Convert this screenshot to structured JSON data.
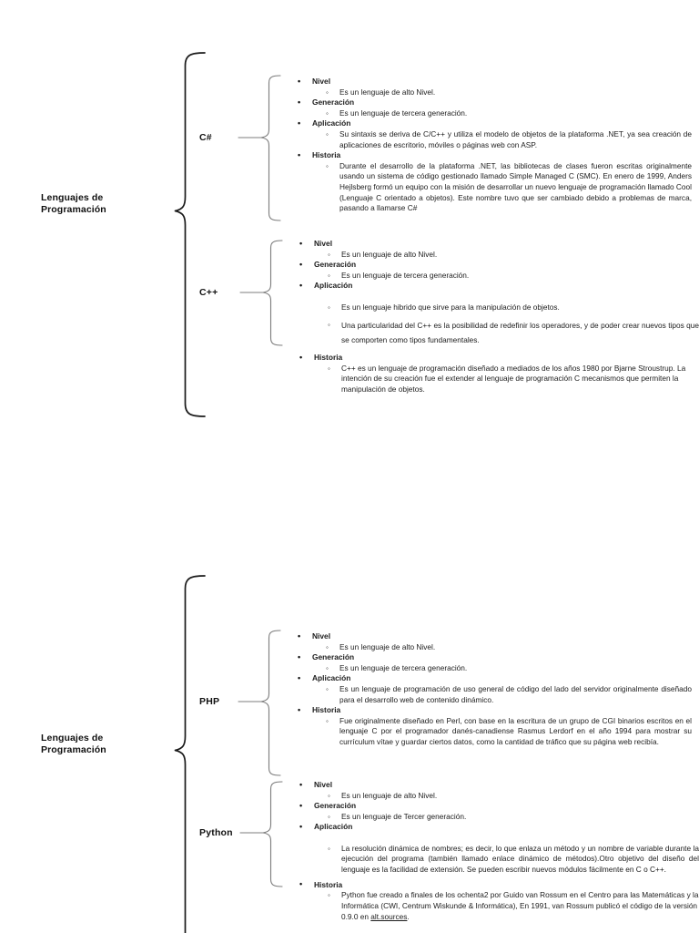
{
  "document": {
    "title": "Lenguajes de Programación",
    "language": "es",
    "diagrams": [
      {
        "id": "diagram-1",
        "root_label": "Lenguajes de\nProgramación",
        "branches": [
          {
            "id": "branch-csharp",
            "name": "C#",
            "items": [
              {
                "label": "Nivel",
                "details": [
                  "Es un lenguaje de alto Nivel."
                ]
              },
              {
                "label": "Generación",
                "details": [
                  "Es un lenguaje de tercera generación."
                ]
              },
              {
                "label": "Aplicación",
                "details": [
                  "Su sintaxis se deriva de C/C++ y utiliza el modelo de objetos de la plataforma .NET, ya sea creación de aplicaciones de escritorio, móviles o páginas web con ASP."
                ]
              },
              {
                "label": "Historia",
                "details": [
                  "Durante el desarrollo de la plataforma .NET, las bibliotecas de clases fueron escritas originalmente usando un sistema de código gestionado llamado Simple Managed C (SMC). En enero de 1999, Anders Hejlsberg formó un equipo con la misión de desarrollar un nuevo lenguaje de programación llamado Cool (Lenguaje C orientado a objetos). Este nombre tuvo que ser cambiado debido a problemas de marca, pasando a llamarse C#"
                ]
              }
            ]
          },
          {
            "id": "branch-cpp",
            "name": "C++",
            "items": [
              {
                "label": "Nivel",
                "details": [
                  "Es un lenguaje de alto Nivel."
                ]
              },
              {
                "label": "Generación",
                "details": [
                  "Es un lenguaje de tercera generación."
                ]
              },
              {
                "label": "Aplicación",
                "details": [
                  " Es un lenguaje hibrido que sirve para la manipulación de objetos.",
                  "Una particularidad del C++ es la posibilidad de redefinir los operadores, y de poder crear nuevos tipos que se comporten como tipos fundamentales."
                ]
              },
              {
                "label": "Historia",
                "details": [
                  "C++ es un lenguaje de programación diseñado a mediados de los años 1980 por Bjarne Stroustrup. La intención de su creación fue el extender al lenguaje de programación C mecanismos que permiten la manipulación de objetos."
                ]
              }
            ]
          }
        ]
      },
      {
        "id": "diagram-2",
        "root_label": "Lenguajes de\nProgramación",
        "branches": [
          {
            "id": "branch-php",
            "name": "PHP",
            "items": [
              {
                "label": "Nivel",
                "details": [
                  "Es un lenguaje de alto Nivel."
                ]
              },
              {
                "label": "Generación",
                "details": [
                  "Es un lenguaje de tercera generación."
                ]
              },
              {
                "label": "Aplicación",
                "details": [
                  "Es un lenguaje de programación de uso general de código del lado del servidor originalmente diseñado para el desarrollo web de contenido dinámico."
                ]
              },
              {
                "label": "Historia",
                "details": [
                  "Fue originalmente diseñado en Perl, con base en la escritura de un grupo de CGI binarios escritos en el lenguaje C por el programador danés-canadiense Rasmus Lerdorf en el año 1994 para mostrar su currículum vítae y guardar ciertos datos, como la cantidad de tráfico que su página web recibía."
                ]
              }
            ]
          },
          {
            "id": "branch-python",
            "name": "Python",
            "items": [
              {
                "label": "Nivel",
                "details": [
                  "Es un lenguaje de alto Nivel."
                ]
              },
              {
                "label": "Generación",
                "details": [
                  "Es un lenguaje de Tercer  generación."
                ]
              },
              {
                "label": "Aplicación",
                "details": [
                  "La resolución dinámica de nombres; es decir, lo que enlaza un método y un nombre de variable durante la ejecución del programa (también llamado enlace dinámico de métodos).Otro objetivo del diseño del lenguaje es la facilidad de extensión. Se pueden escribir nuevos módulos fácilmente en C o C++."
                ]
              },
              {
                "label": "Historia",
                "details": [
                  "Python fue creado a finales de los ochenta2 por Guido van Rossum en el Centro para las Matemáticas y la Informática (CWI, Centrum Wiskunde & Informática), En 1991, van Rossum publicó el código de la versión 0.9.0 en "
                ],
                "detail_link": "alt.sources",
                "detail_tail": "."
              }
            ]
          }
        ]
      }
    ]
  },
  "style": {
    "background": "#ffffff",
    "text_color": "#1c1c1c",
    "heading_color": "#101010",
    "brace_color": "#1a1a1a",
    "brace_inner_color": "#7c7c7c"
  }
}
